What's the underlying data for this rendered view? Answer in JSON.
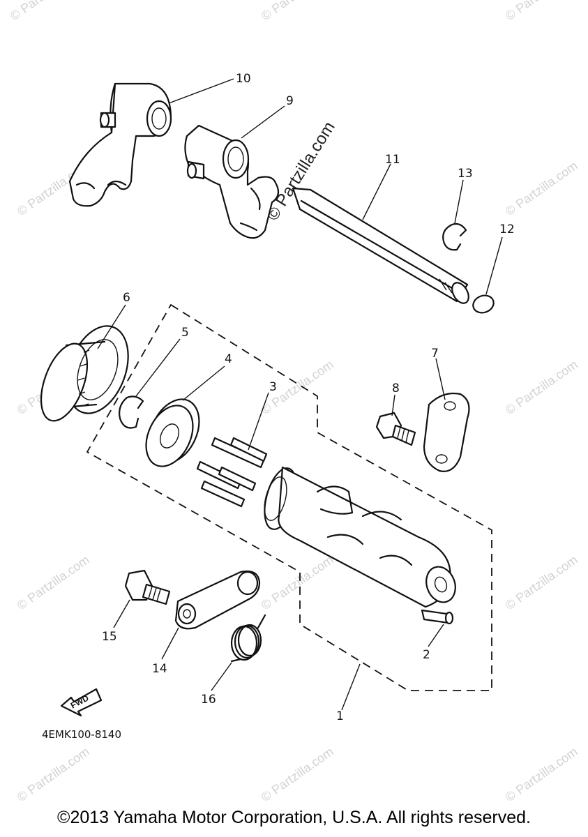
{
  "watermark": "© Partzilla.com",
  "part_code": "4EMK100-8140",
  "fwd_label": "FWD",
  "copyright": "©2013 Yamaha Motor Corporation, U.S.A. All rights reserved.",
  "callouts": {
    "c1": "1",
    "c2": "2",
    "c3": "3",
    "c4": "4",
    "c5": "5",
    "c6": "6",
    "c7": "7",
    "c8": "8",
    "c9": "9",
    "c10": "10",
    "c11": "11",
    "c12": "12",
    "c13": "13",
    "c14": "14",
    "c15": "15",
    "c16": "16"
  }
}
